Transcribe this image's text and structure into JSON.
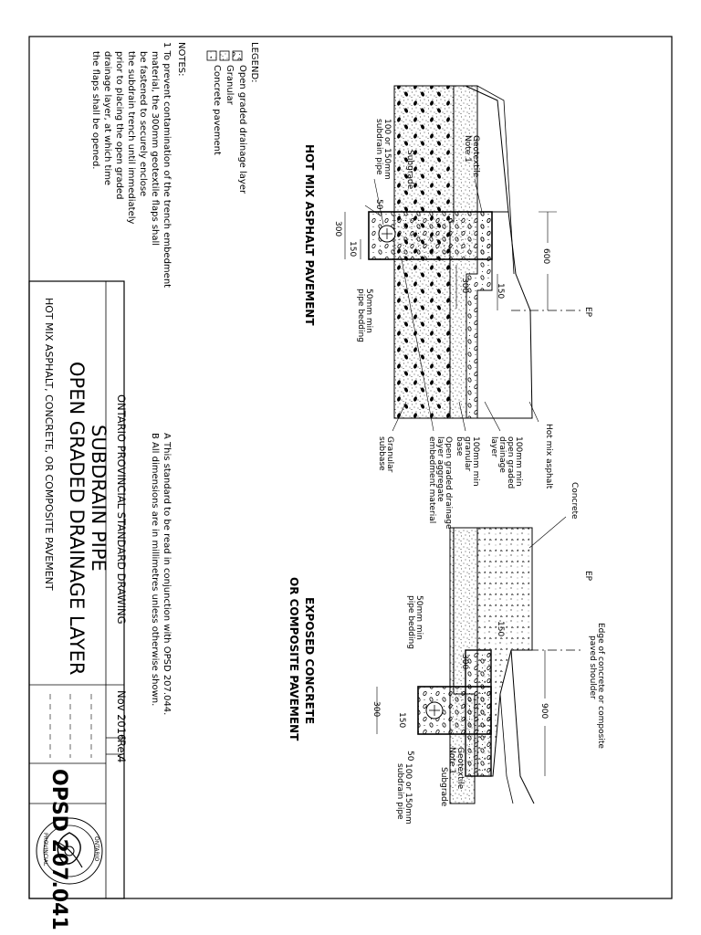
{
  "section_left_title": "HOT MIX ASPHALT PAVEMENT",
  "section_right_title_1": "EXPOSED CONCRETE",
  "section_right_title_2": "OR COMPOSITE PAVEMENT",
  "labels": {
    "ep": "EP",
    "dim_600": "600",
    "dim_150": "150",
    "dim_300": "300",
    "dim_900": "900",
    "dim_50": "50",
    "geotextile_1": "Geotextile",
    "geotextile_2": "Note 1",
    "subgrade": "Subgrade",
    "subdrain_1": "100 or 150mm",
    "subdrain_2": "subdrain pipe",
    "bedding_1": "50mm min",
    "bedding_2": "pipe bedding",
    "hot_mix_asphalt": "Hot mix asphalt",
    "concrete": "Concrete",
    "og_layer_1": "100mm min",
    "og_layer_2": "open graded",
    "og_layer_3": "drainage",
    "og_layer_4": "layer",
    "gran_base_1": "100mm min",
    "gran_base_2": "granular",
    "gran_base_3": "base",
    "embed_1": "Open graded drainage",
    "embed_2": "layer aggregate",
    "embed_3": "embedment material",
    "gran_sub_1": "Granular",
    "gran_sub_2": "subbase",
    "edge_1": "Edge of concrete or composite",
    "edge_2": "paved shoulder"
  },
  "legend": {
    "title": "LEGEND:",
    "items": [
      "Open graded drainage layer",
      "Granular",
      "Concrete pavement"
    ]
  },
  "notes": {
    "title": "NOTES:",
    "lines": [
      "1 To prevent contamination of the trench embedment",
      "material, the 300mm geotextile flaps shall",
      "be fastened to securely enclose",
      "the subdrain trench until immediately",
      "prior to placing the open graded",
      "drainage layer, at which time",
      "the flaps shall be opened."
    ],
    "line_a": "A This standard to be read in conjunction with OPSD 207.044.",
    "line_b": "B All dimensions are in millimetres unless otherwise shown."
  },
  "title_block": {
    "authority": "ONTARIO PROVINCIAL STANDARD DRAWING",
    "date": "Nov 2016",
    "rev_label": "Rev",
    "rev_value": "4",
    "title_1": "SUBDRAIN PIPE",
    "title_2": "OPEN GRADED DRAINAGE LAYER",
    "title_3": "HOT MIX ASPHALT, CONCRETE, OR COMPOSITE PAVEMENT",
    "number": "OPSD 207.041",
    "seal_top": "ONTARIO",
    "seal_bottom": "PROVINCIAL"
  }
}
